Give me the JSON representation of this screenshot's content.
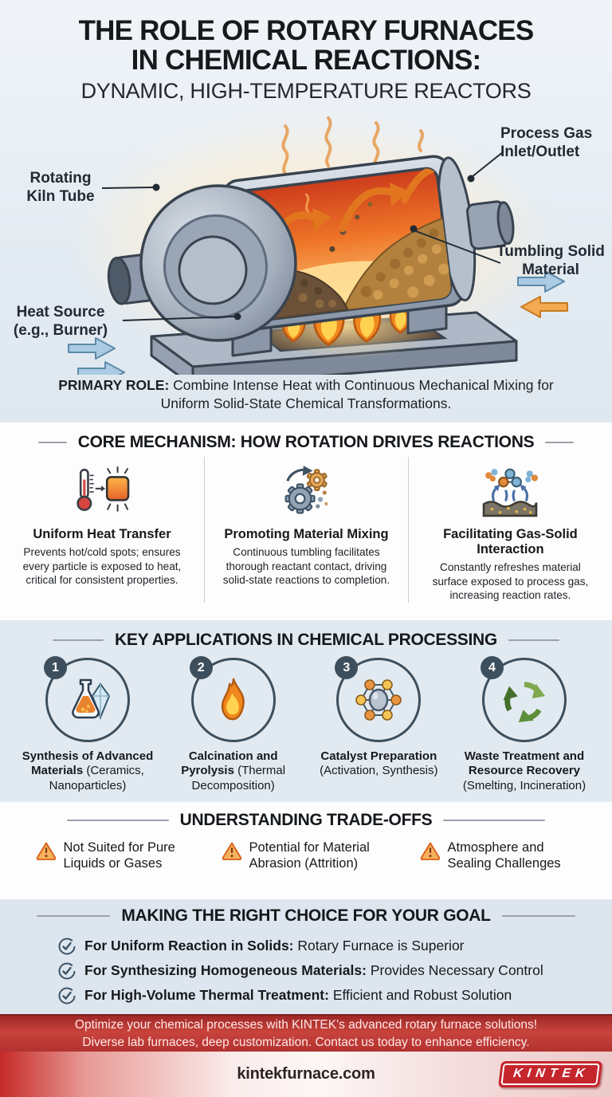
{
  "header": {
    "title_line1": "THE ROLE OF ROTARY FURNACES",
    "title_line2": "IN CHEMICAL REACTIONS:",
    "subtitle": "DYNAMIC, HIGH-TEMPERATURE REACTORS"
  },
  "diagram": {
    "labels": {
      "rotating_kiln": "Rotating Kiln Tube",
      "heat_source": "Heat Source (e.g., Burner)",
      "process_gas": "Process Gas Inlet/Outlet",
      "tumbling": "Tumbling Solid Material"
    },
    "icons": [
      "rotary-kiln-cutaway",
      "flame-burner-icon",
      "gas-flow-arrows",
      "heat-wisps"
    ]
  },
  "primary_role": {
    "label": "PRIMARY ROLE:",
    "text": "Combine Intense Heat with Continuous Mechanical Mixing for Uniform Solid-State Chemical Transformations."
  },
  "core_mechanism": {
    "heading": "CORE MECHANISM: HOW ROTATION DRIVES REACTIONS",
    "columns": [
      {
        "icon": "thermometer-heat-icon",
        "title": "Uniform Heat Transfer",
        "description": "Prevents hot/cold spots; ensures every particle is exposed to heat, critical for consistent properties."
      },
      {
        "icon": "gears-mixing-icon",
        "title": "Promoting Material Mixing",
        "description": "Continuous tumbling facilitates thorough reactant contact, driving solid-state reactions to completion."
      },
      {
        "icon": "gas-solid-interaction-icon",
        "title": "Facilitating Gas-Solid Interaction",
        "description": "Constantly refreshes material surface exposed to process gas, increasing reaction rates."
      }
    ]
  },
  "key_applications": {
    "heading": "KEY APPLICATIONS IN CHEMICAL PROCESSING",
    "items": [
      {
        "number": "1",
        "icon": "flask-crystal-icon",
        "title": "Synthesis of Advanced Materials",
        "note": "(Ceramics, Nanoparticles)"
      },
      {
        "number": "2",
        "icon": "flame-icon",
        "title": "Calcination and Pyrolysis",
        "note": "(Thermal Decomposition)"
      },
      {
        "number": "3",
        "icon": "catalyst-molecule-icon",
        "title": "Catalyst Preparation",
        "note": "(Activation, Synthesis)"
      },
      {
        "number": "4",
        "icon": "recycle-icon",
        "title": "Waste Treatment and Resource Recovery",
        "note": "(Smelting, Incineration)"
      }
    ]
  },
  "trade_offs": {
    "heading": "UNDERSTANDING TRADE-OFFS",
    "icon": "warning-triangle-icon",
    "items": [
      "Not Suited for Pure Liquids or Gases",
      "Potential for Material Abrasion (Attrition)",
      "Atmosphere and Sealing Challenges"
    ]
  },
  "right_choice": {
    "heading": "MAKING THE RIGHT CHOICE FOR YOUR GOAL",
    "icon": "check-circle-icon",
    "items": [
      {
        "bold": "For Uniform Reaction in Solids:",
        "text": "Rotary Furnace is Superior"
      },
      {
        "bold": "For Synthesizing Homogeneous Materials:",
        "text": "Provides Necessary Control"
      },
      {
        "bold": "For High-Volume Thermal Treatment:",
        "text": "Efficient and Robust Solution"
      }
    ]
  },
  "cta": {
    "line1": "Optimize your chemical processes with KINTEK's advanced rotary furnace solutions!",
    "line2": "Diverse lab furnaces, deep customization. Contact us today to enhance efficiency."
  },
  "footer": {
    "website": "kintekfurnace.com",
    "logo_text": "KINTEK"
  },
  "colors": {
    "accent_red": "#c0392b",
    "slate": "#3d4f5d",
    "warning_orange": "#d9641e",
    "section_blue_bg": "#e2eaf1",
    "interior_orange": "#ef7a28"
  }
}
